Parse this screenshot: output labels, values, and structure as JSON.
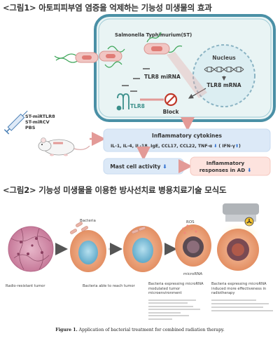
{
  "figure1": {
    "heading": "<그림1> 아토피피부염 염증을 억제하는 기능성 미생물의 효과",
    "bacterium_label": "Salmonella Typhimurium(ST)",
    "cell_label_1": "TLR8 miRNA",
    "nucleus_label": "Nucleus",
    "mrna_label": "TLR8 mRNA",
    "receptor_label": "TLR8",
    "block_label": "Block",
    "treatments": [
      "ST-miRTLR8",
      "ST-miRCV",
      "PBS"
    ],
    "cytokine_title": "Inflammatory cytokines",
    "cytokine_list": "IL-1, IL-4, IL-18, IgE, CCL17, CCL22, TNF-α",
    "down_arrow": "⬇",
    "ifn_label": "( IFN-γ",
    "up_arrow": "⬆",
    "ifn_close": ")",
    "mast_label": "Mast cell activity",
    "ad_label_1": "Inflammatory",
    "ad_label_2": "responses in AD",
    "colors": {
      "cell_border": "#4a90a6",
      "cell_fill": "#e9f4f4",
      "box_fill": "#dce9f7",
      "ad_fill": "#fde3de",
      "arrow": "#e39a97",
      "down_arrow": "#2f6fd0",
      "bacterium": "#f1c6c3",
      "flagella": "#3fa65a",
      "block": "#c0392b"
    }
  },
  "figure2": {
    "heading": "<그림2> 기능성 미생물을 이용한 방사선치료 병용치료기술 모식도",
    "label_bacteria": "Bacteria",
    "label_ros": "ROS",
    "label_microrna": "microRNA",
    "caption_1": "Radio-resistant tumor",
    "caption_2": "Bacteria able to reach tumor",
    "caption_3": "Bacteria expressing microRNA modulated tumor microenvironment",
    "caption_4": "Bacteria expressing microRNA induced more effectiveness in radiotherapy",
    "figure_caption_bold": "Figure 1.",
    "figure_caption_text": " Application of bacterial treatment for combined radiation therapy."
  }
}
